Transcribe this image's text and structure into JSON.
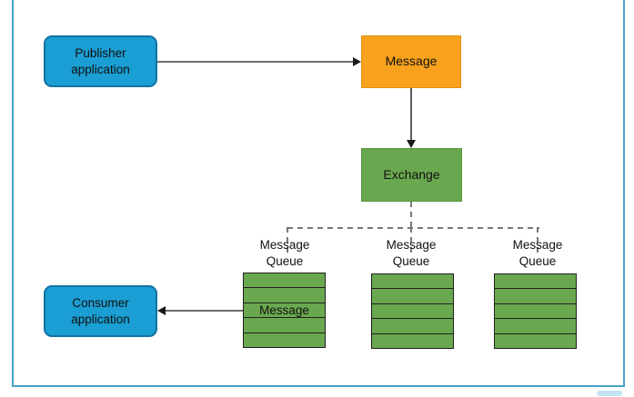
{
  "diagram": {
    "title_hint": "Message broker publish/subscribe flow",
    "nodes": {
      "publisher": {
        "label": "Publisher\napplication"
      },
      "message": {
        "label": "Message"
      },
      "exchange": {
        "label": "Exchange"
      },
      "consumer": {
        "label": "Consumer\napplication"
      },
      "queue1": {
        "label": "Message\nQueue",
        "message_row_label": "Message",
        "rows": 5
      },
      "queue2": {
        "label": "Message\nQueue",
        "rows": 5
      },
      "queue3": {
        "label": "Message\nQueue",
        "rows": 5
      }
    },
    "edges": [
      {
        "from": "publisher",
        "to": "message",
        "style": "solid-arrow"
      },
      {
        "from": "message",
        "to": "exchange",
        "style": "solid-arrow"
      },
      {
        "from": "exchange",
        "to": "queue1",
        "style": "dashed"
      },
      {
        "from": "exchange",
        "to": "queue2",
        "style": "dashed"
      },
      {
        "from": "exchange",
        "to": "queue3",
        "style": "dashed"
      },
      {
        "from": "queue1",
        "to": "consumer",
        "style": "solid-arrow"
      }
    ],
    "colors": {
      "node_blue": "#1b9ed3",
      "node_blue_border": "#1372a2",
      "node_orange": "#f7a11c",
      "node_green": "#6aa84f",
      "frame_blue": "#45a3c9",
      "line_gray": "#6b6b6b",
      "text": "#111111"
    }
  }
}
